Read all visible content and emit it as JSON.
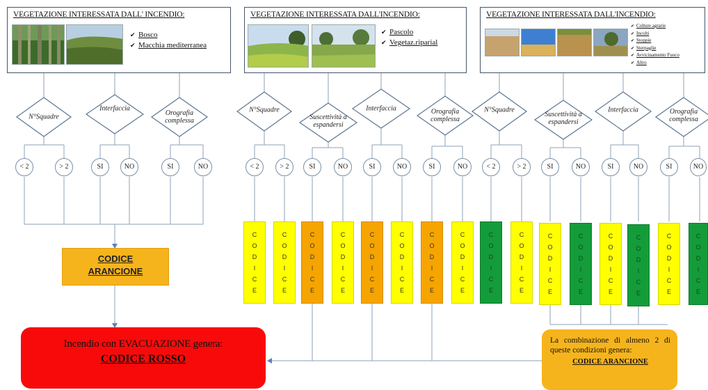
{
  "panels": [
    {
      "title": "VEGETAZIONE INTERESSATA DALL' INCENDIO:",
      "items": [
        "Bosco",
        "Macchia mediterranea"
      ],
      "photos": [
        "forest-photo",
        "scrubland-photo"
      ]
    },
    {
      "title": "VEGETAZIONE INTERESSATA DALL'INCENDIO:",
      "items": [
        "Pascolo",
        "Vegetaz.riparial"
      ],
      "photos": [
        "pasture-photo",
        "riparian-photo"
      ]
    },
    {
      "title": "VEGETAZIONE INTERESSATA DALL'INCENDIO:",
      "items": [
        "Colture agrarie",
        "Incolti",
        "Stoppie",
        "Sterpaglie",
        "Avvicinamento Fuoco",
        "Altro"
      ],
      "photos": [
        "field-photo-1",
        "field-photo-2",
        "field-photo-3",
        "field-photo-4"
      ]
    }
  ],
  "diamonds": {
    "nsquadre": "N°Squadre",
    "interfaccia": "Interfaccia",
    "orografia_1": "Orografia",
    "orografia_2": "complessa",
    "suscettivita_1": "Suscettività a",
    "suscettivita_2": "espandersi"
  },
  "options": {
    "lt2": "< 2",
    "gt2": "> 2",
    "si": "SI",
    "no": "NO"
  },
  "code_word": [
    "C",
    "O",
    "D",
    "I",
    "C",
    "E"
  ],
  "code_colors": {
    "yellow": "#ffff00",
    "orange": "#f6a400",
    "green": "#149c3a"
  },
  "codes": [
    "yellow",
    "yellow",
    "orange",
    "yellow",
    "orange",
    "yellow",
    "orange",
    "yellow",
    "green",
    "yellow",
    "yellow",
    "green",
    "yellow",
    "green",
    "yellow",
    "green"
  ],
  "orange_box": {
    "line1": "CODICE",
    "line2": "ARANCIONE"
  },
  "red_box": {
    "line1": "Incendio con EVACUAZIONE genera:",
    "line2": "CODICE ROSSO"
  },
  "combo_box": {
    "line1": "La combinazione di almeno 2 di queste condizioni genera:",
    "line2": "CODICE ARANCIONE"
  }
}
